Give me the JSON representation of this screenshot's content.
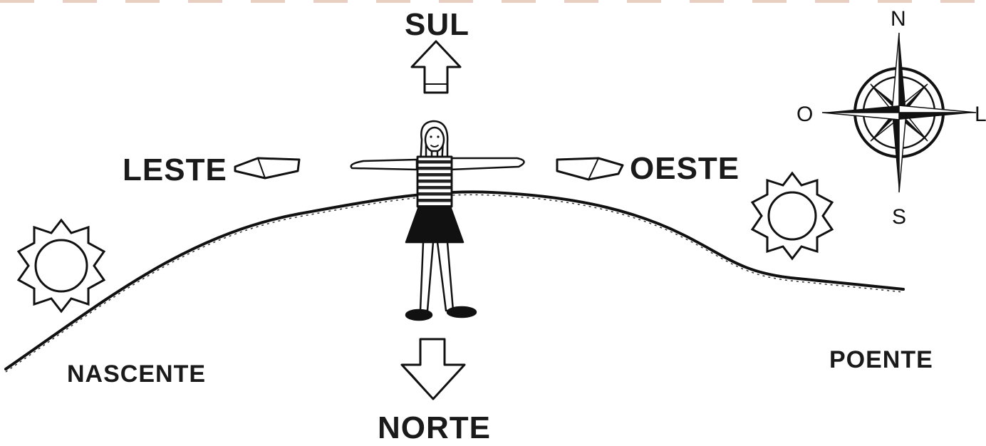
{
  "directions": {
    "top": "SUL",
    "bottom": "NORTE",
    "left": "LESTE",
    "right": "OESTE"
  },
  "horizon": {
    "sunrise": "NASCENTE",
    "sunset": "POENTE"
  },
  "compass": {
    "north": "N",
    "south": "S",
    "west": "O",
    "east": "L"
  }
}
